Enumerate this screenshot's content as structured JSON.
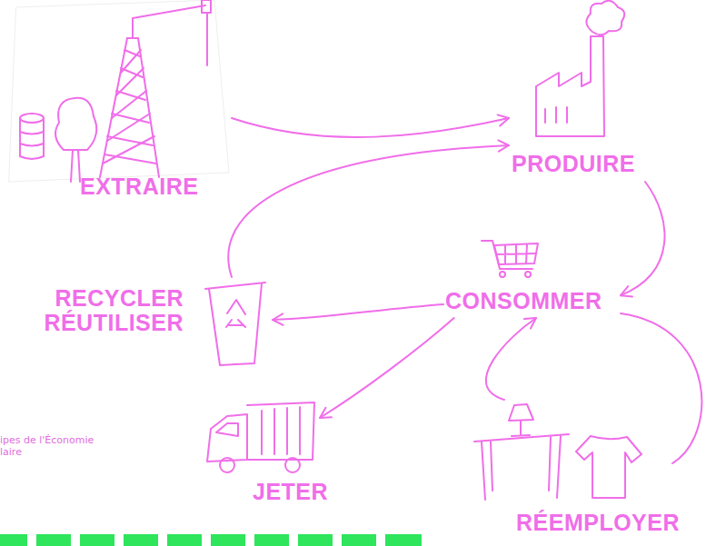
{
  "diagram": {
    "nodes": [
      {
        "text": [
          "EXTRAIRE"
        ]
      },
      {
        "text": [
          "PRODUIRE"
        ]
      },
      {
        "text": [
          "CONSOMMER"
        ]
      },
      {
        "text": [
          "RECYCLER RÉUTILISER"
        ]
      },
      {
        "text": [
          "JETER"
        ]
      },
      {
        "text": [
          "RÉEMPLOYER"
        ]
      }
    ],
    "edges": [
      {
        "from": 0,
        "to": 1,
        "arrow": "to"
      },
      {
        "from": 1,
        "to": 2,
        "arrow": "to"
      },
      {
        "from": 2,
        "to": 3,
        "arrow": "to"
      },
      {
        "from": 3,
        "to": 1,
        "arrow": "to"
      },
      {
        "from": 2,
        "to": 4,
        "arrow": "to"
      },
      {
        "from": 2,
        "to": 5,
        "arrow": "none"
      },
      {
        "from": 5,
        "to": 2,
        "arrow": "to"
      }
    ],
    "labels": [
      "ipes de l'Économie",
      "laire"
    ]
  }
}
